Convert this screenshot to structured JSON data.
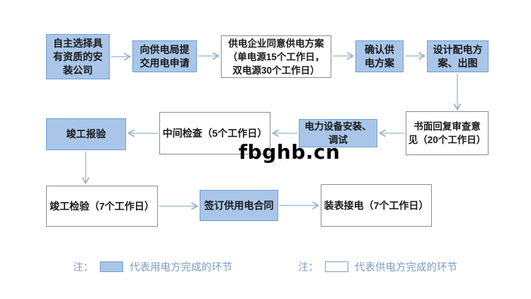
{
  "watermark": "fbghb.cn",
  "colors": {
    "box_blue_fill": "#A9C6E8",
    "box_blue_border": "#6FA0D0",
    "box_white_fill": "#FFFFFF",
    "box_white_border": "#8C8C8C",
    "arrow": "#9BB3CC",
    "text": "#1A1A1A",
    "legend_text": "#7C9CC0"
  },
  "boxes": [
    {
      "name": "choose-installer",
      "type": "blue",
      "text": "自主选择具\n有资质的安\n装公司"
    },
    {
      "name": "submit-application",
      "type": "blue",
      "text": "向供电局提\n交用电申请"
    },
    {
      "name": "supply-plan-approval",
      "type": "white",
      "text": "供电企业同意供电方案\n（单电源15个工作日，\n双电源30个工作日）"
    },
    {
      "name": "confirm-plan",
      "type": "blue",
      "text": "确认供\n电方案"
    },
    {
      "name": "design-distribution",
      "type": "blue",
      "text": "设计配电方\n案、出图"
    },
    {
      "name": "written-review-reply",
      "type": "white",
      "text": "书面回复审查意\n见（20个工作日）"
    },
    {
      "name": "equipment-install-debug",
      "type": "blue",
      "text": "电力设备安装、\n调试"
    },
    {
      "name": "intermediate-inspection",
      "type": "white",
      "text": "中间检查（5个工作日）"
    },
    {
      "name": "completion-report",
      "type": "blue",
      "text": "竣工报验"
    },
    {
      "name": "completion-inspection",
      "type": "white",
      "text": "竣工检验（7个工作日）"
    },
    {
      "name": "sign-contract",
      "type": "blue",
      "text": "签订供用电合同"
    },
    {
      "name": "meter-installation",
      "type": "white",
      "text": "装表接电（7个工作日）"
    }
  ],
  "legend": [
    {
      "prefix": "注：",
      "swatch": "blue",
      "label": "代表用电方完成的环节"
    },
    {
      "prefix": "注：",
      "swatch": "white",
      "label": "代表供电方完成的环节"
    }
  ]
}
